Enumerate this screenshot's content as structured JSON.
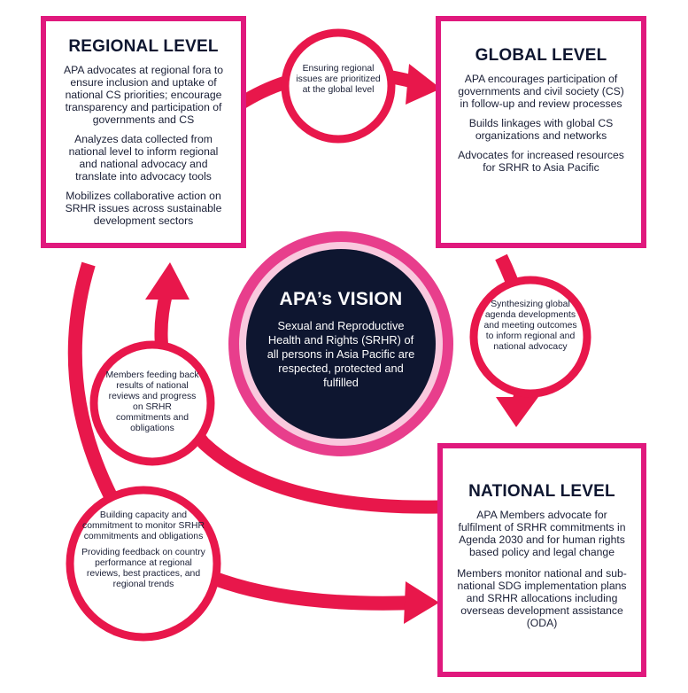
{
  "colors": {
    "accent": "#e0197d",
    "arrow": "#e8174b",
    "navy": "#0e1630",
    "pink_ring": "#e83e8c",
    "pale_ring": "#f9c9de"
  },
  "vision": {
    "title": "APA’s VISION",
    "text": "Sexual and Reproductive Health and Rights (SRHR) of all persons in Asia Pacific are respected, protected and fulfilled"
  },
  "regional": {
    "title": "REGIONAL LEVEL",
    "items": [
      "APA advocates at regional fora to ensure inclusion and uptake of national CS priorities; encourage transparency and participation of governments and CS",
      "Analyzes data collected from national level to inform regional and national advocacy and translate into advocacy tools",
      "Mobilizes collaborative action on SRHR issues across sustainable development sectors"
    ]
  },
  "global": {
    "title": "GLOBAL LEVEL",
    "items": [
      "APA encourages participation of governments and civil society (CS) in follow-up and review processes",
      "Builds linkages with global CS organizations and networks",
      "Advocates for increased resources for SRHR to Asia Pacific"
    ]
  },
  "national": {
    "title": "NATIONAL LEVEL",
    "items": [
      "APA Members advocate for fulfilment of SRHR commitments in Agenda 2030 and for human rights based policy and legal change",
      "Members monitor national and sub-national SDG implementation plans and SRHR allocations including overseas development assistance (ODA)"
    ]
  },
  "flows": {
    "regional_to_global": "Ensuring regional issues are prioritized at the global level",
    "global_to_national": "Synthesizing global agenda developments and meeting outcomes to inform regional and national advocacy",
    "national_to_regional": "Members feeding back results of national reviews and progress on SRHR commitments and obligations",
    "capacity_items": [
      "Building capacity and commitment to monitor SRHR commitments and obligations",
      "Providing feedback on country performance at regional reviews, best practices, and regional trends"
    ]
  }
}
